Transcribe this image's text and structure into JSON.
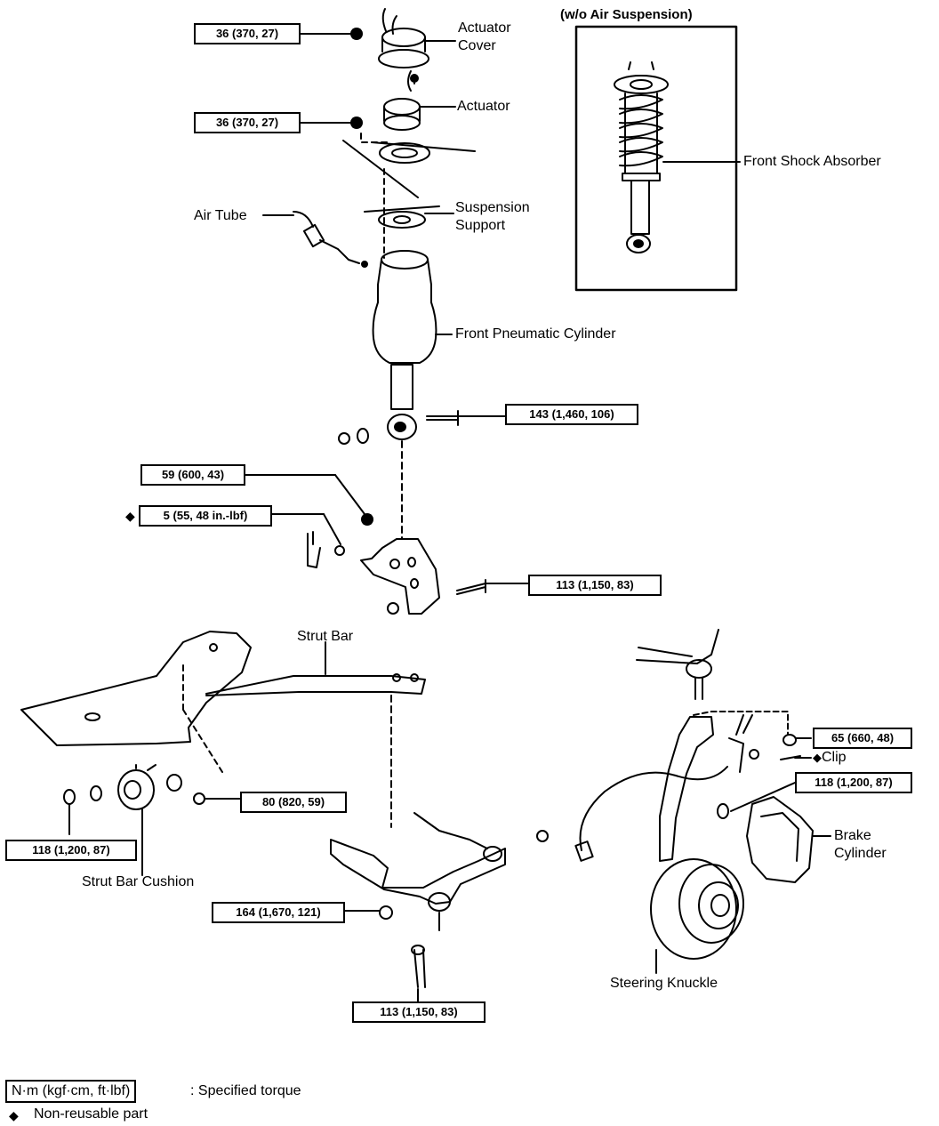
{
  "inset": {
    "title": "(w/o Air Suspension)",
    "part_label": "Front Shock Absorber"
  },
  "labels": {
    "actuator_cover": "Actuator\nCover",
    "actuator": "Actuator",
    "air_tube": "Air Tube",
    "suspension_support": "Suspension\nSupport",
    "front_pneumatic_cylinder": "Front Pneumatic Cylinder",
    "strut_bar": "Strut Bar",
    "strut_bar_cushion": "Strut Bar Cushion",
    "clip": "Clip",
    "brake_cylinder": "Brake\nCylinder",
    "steering_knuckle": "Steering Knuckle"
  },
  "torques": {
    "actuator_cover_nut": "36 (370, 27)",
    "actuator_nut": "36 (370, 27)",
    "cylinder_bolt": "143 (1,460, 106)",
    "bracket_nut": "59 (600, 43)",
    "sensor_bolt": "5 (55, 48 in.-lbf)",
    "bracket_bolt": "113 (1,150, 83)",
    "strut_bar_nut_upper": "65 (660, 48)",
    "caliper_bolt": "118 (1,200, 87)",
    "strut_bar_cushion_nut": "80 (820, 59)",
    "strut_bar_front_nut": "118 (1,200, 87)",
    "lower_arm_nut": "164 (1,670, 121)",
    "lower_arm_bolt": "113 (1,150, 83)"
  },
  "legend": {
    "torque_box": "N·m (kgf·cm, ft·lbf)",
    "torque_desc": ": Specified torque",
    "nonreusable_symbol": "◆",
    "nonreusable_desc": "Non-reusable part"
  }
}
